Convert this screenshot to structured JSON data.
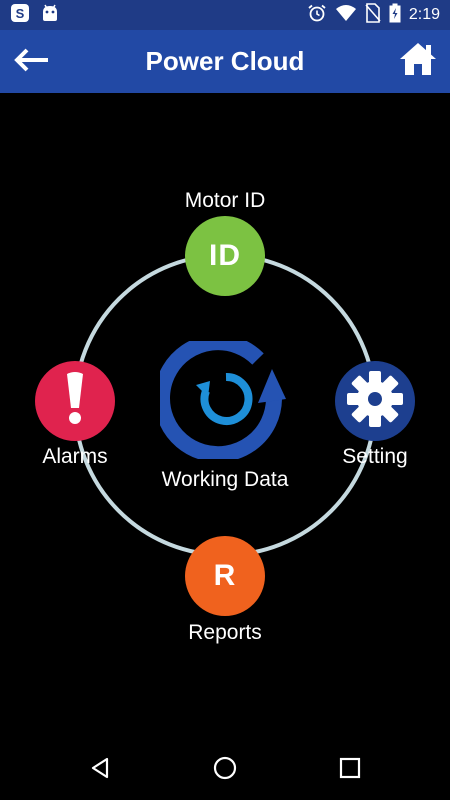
{
  "status_bar": {
    "time": "2:19",
    "icons": [
      "s-app-icon",
      "android-icon",
      "alarm-icon",
      "wifi-icon",
      "no-sim-icon",
      "battery-icon"
    ]
  },
  "app_bar": {
    "title": "Power Cloud",
    "left_icon": "back-arrow-icon",
    "right_icon": "home-icon"
  },
  "menu": {
    "center": {
      "label": "Working Data",
      "icon": "refresh-cycle-icon"
    },
    "top": {
      "label": "Motor ID",
      "icon_text": "ID",
      "color": "#7cc242"
    },
    "left": {
      "label": "Alarms",
      "icon_text": "!",
      "color": "#e0234e"
    },
    "right": {
      "label": "Setting",
      "icon": "gear-icon",
      "color": "#1d3f8f"
    },
    "bottom": {
      "label": "Reports",
      "icon_text": "R",
      "color": "#f0621e"
    }
  },
  "nav_bar": {
    "buttons": [
      "back-triangle-icon",
      "home-circle-icon",
      "recents-square-icon"
    ]
  },
  "colors": {
    "status_bar": "#1f3b86",
    "app_bar": "#2249a5",
    "ring": "#c5d9df",
    "center_outer": "#2553b3",
    "center_inner": "#1e8fd8"
  }
}
